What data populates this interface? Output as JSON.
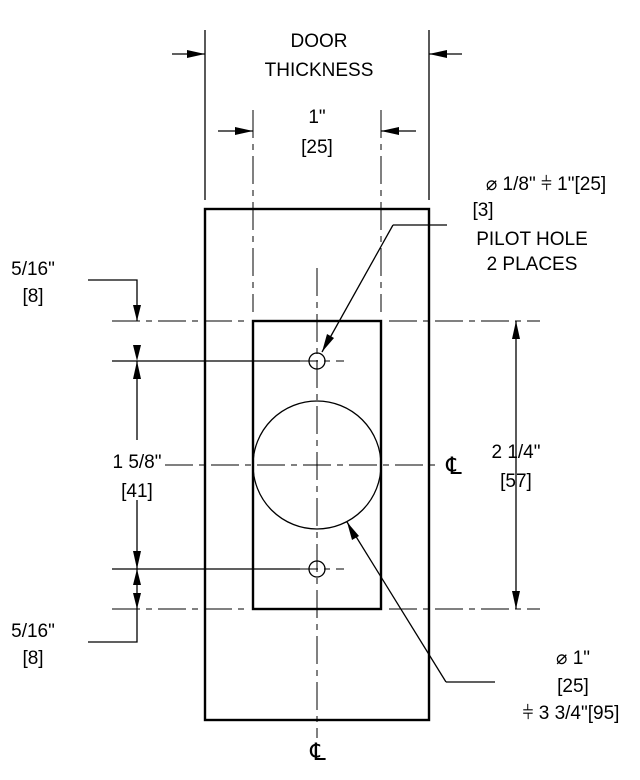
{
  "door_thickness": {
    "line1": "DOOR",
    "line2": "THICKNESS"
  },
  "backset_dim": {
    "imperial": "1\"",
    "metric": "[25]"
  },
  "pilot_hole": {
    "spec": "⌀ 1/8\" ⫩ 1\"[25]",
    "metric": "[3]",
    "line1": "PILOT HOLE",
    "line2": "2 PLACES"
  },
  "top_offset": {
    "imperial": "5/16\"",
    "metric": "[8]"
  },
  "hole_spacing": {
    "imperial": "1 5/8\"",
    "metric": "[41]"
  },
  "plate_height": {
    "imperial": "2 1/4\"",
    "metric": "[57]"
  },
  "bottom_offset": {
    "imperial": "5/16\"",
    "metric": "[8]"
  },
  "center_bore": {
    "diameter": "⌀ 1\"",
    "metric": "[25]",
    "depth": "⫩ 3 3/4\"[95]"
  },
  "centerline_symbol": "℄"
}
